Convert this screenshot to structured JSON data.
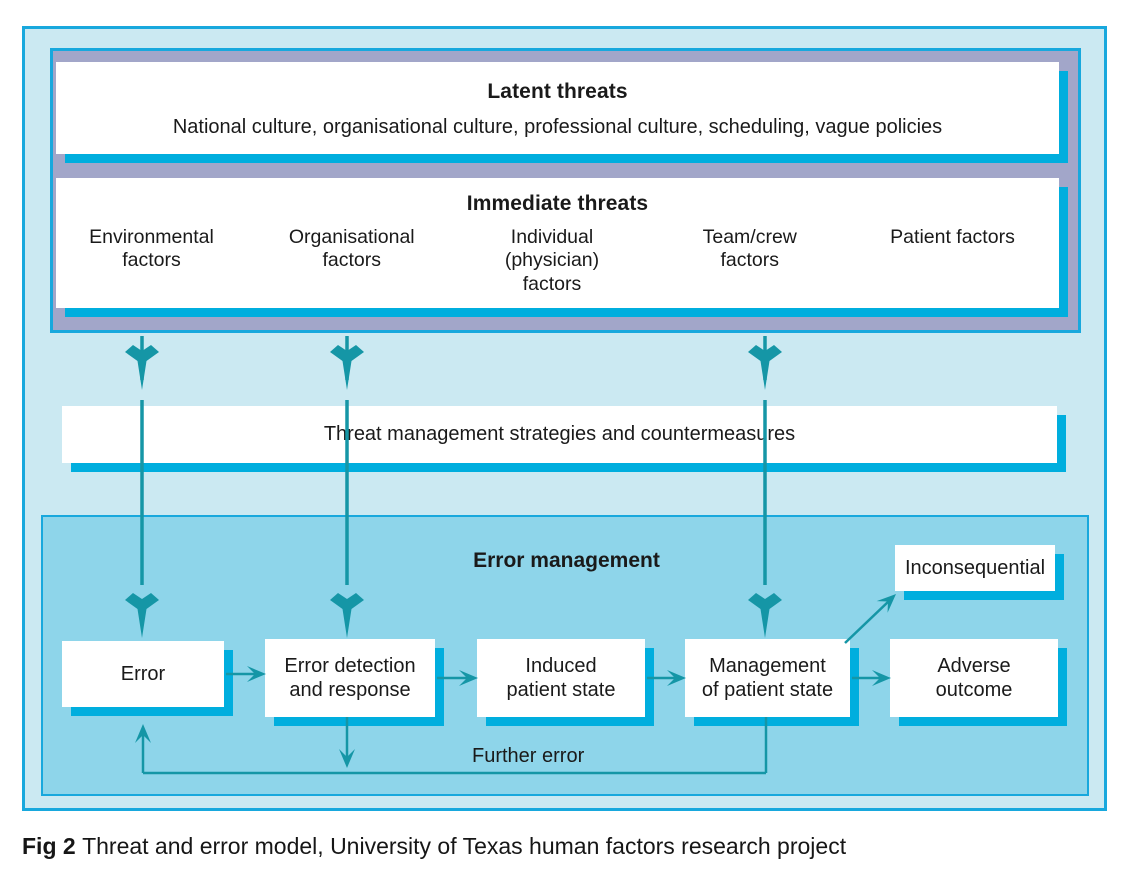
{
  "figure": {
    "caption_label": "Fig 2",
    "caption_text": "Threat and error model, University of Texas human factors research project"
  },
  "colors": {
    "outer_panel_bg": "#cbe9f2",
    "threats_band_bg": "#a2a6c9",
    "error_panel_bg": "#8ed5ea",
    "border_cyan": "#18a8dd",
    "shadow_cyan": "#00aede",
    "arrow_teal": "#1596a6",
    "card_bg": "#ffffff",
    "text": "#1a1a1a"
  },
  "latent": {
    "title": "Latent threats",
    "body": "National culture, organisational culture, professional culture, scheduling, vague policies"
  },
  "immediate": {
    "title": "Immediate threats",
    "factors": [
      "Environmental\nfactors",
      "Organisational\nfactors",
      "Individual\n(physician)\nfactors",
      "Team/crew\nfactors",
      "Patient factors"
    ]
  },
  "threat_management": {
    "label": "Threat management strategies and countermeasures"
  },
  "error_management": {
    "title": "Error management",
    "boxes": [
      "Error",
      "Error detection\nand response",
      "Induced\npatient state",
      "Management\nof patient state",
      "Adverse\noutcome",
      "Inconsequential"
    ],
    "feedback_label": "Further error"
  }
}
